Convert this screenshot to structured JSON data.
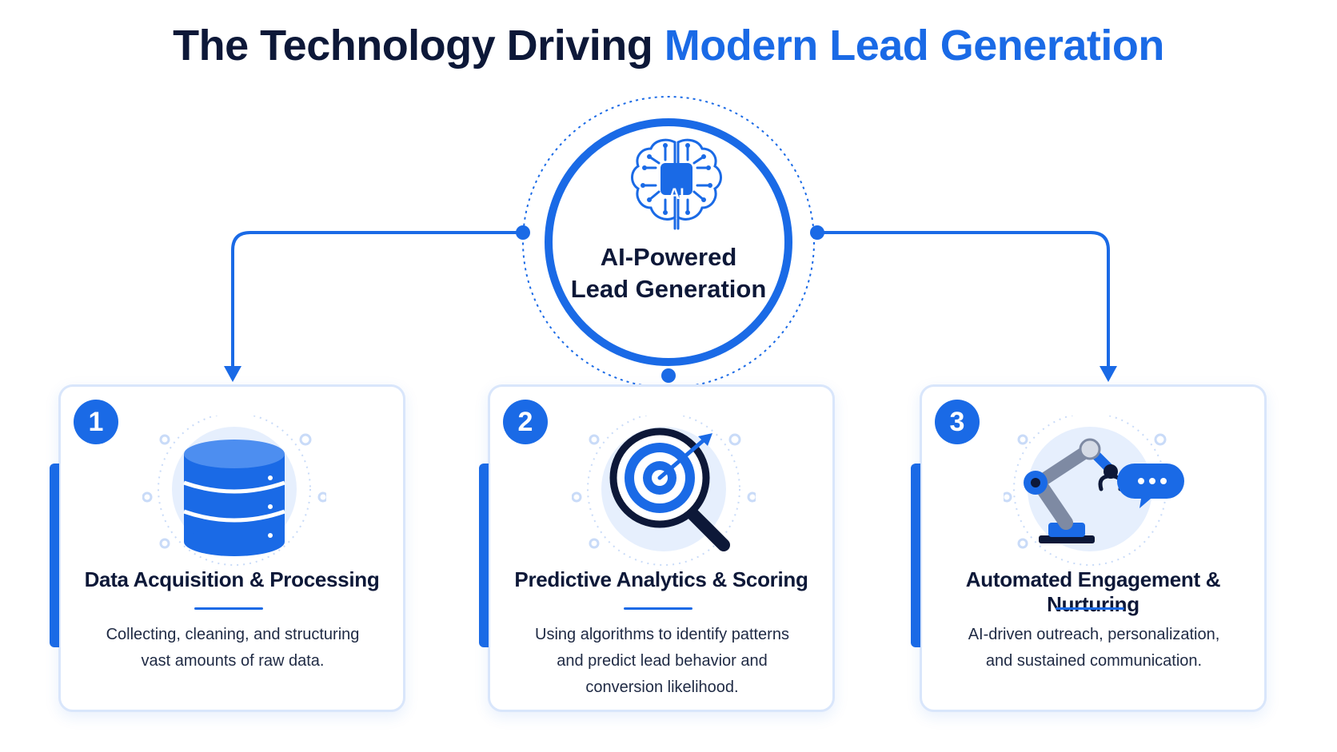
{
  "header": {
    "title_part1": "The Technology Driving",
    "title_part2": "Modern Lead Generation"
  },
  "hub": {
    "icon": "brain-chip-icon",
    "badge": "AI",
    "label_line1": "AI-Powered",
    "label_line2": "Lead Generation"
  },
  "cards": [
    {
      "number": "1",
      "icon": "database-icon",
      "title": "Data Acquisition & Processing",
      "description": "Collecting, cleaning, and structuring vast amounts of raw data."
    },
    {
      "number": "2",
      "icon": "target-magnifier-icon",
      "title": "Predictive Analytics & Scoring",
      "description": "Using algorithms to identify patterns and predict lead behavior and conversion likelihood."
    },
    {
      "number": "3",
      "icon": "robot-arm-chat-icon",
      "title": "Automated Engagement & Nurturing",
      "description": "AI-driven outreach, personalization, and sustained communication."
    }
  ],
  "colors": {
    "accent": "#1a6ae6",
    "dark_text": "#0d1838",
    "card_border": "#d9e6fb",
    "icon_bg": "#e6effd"
  }
}
